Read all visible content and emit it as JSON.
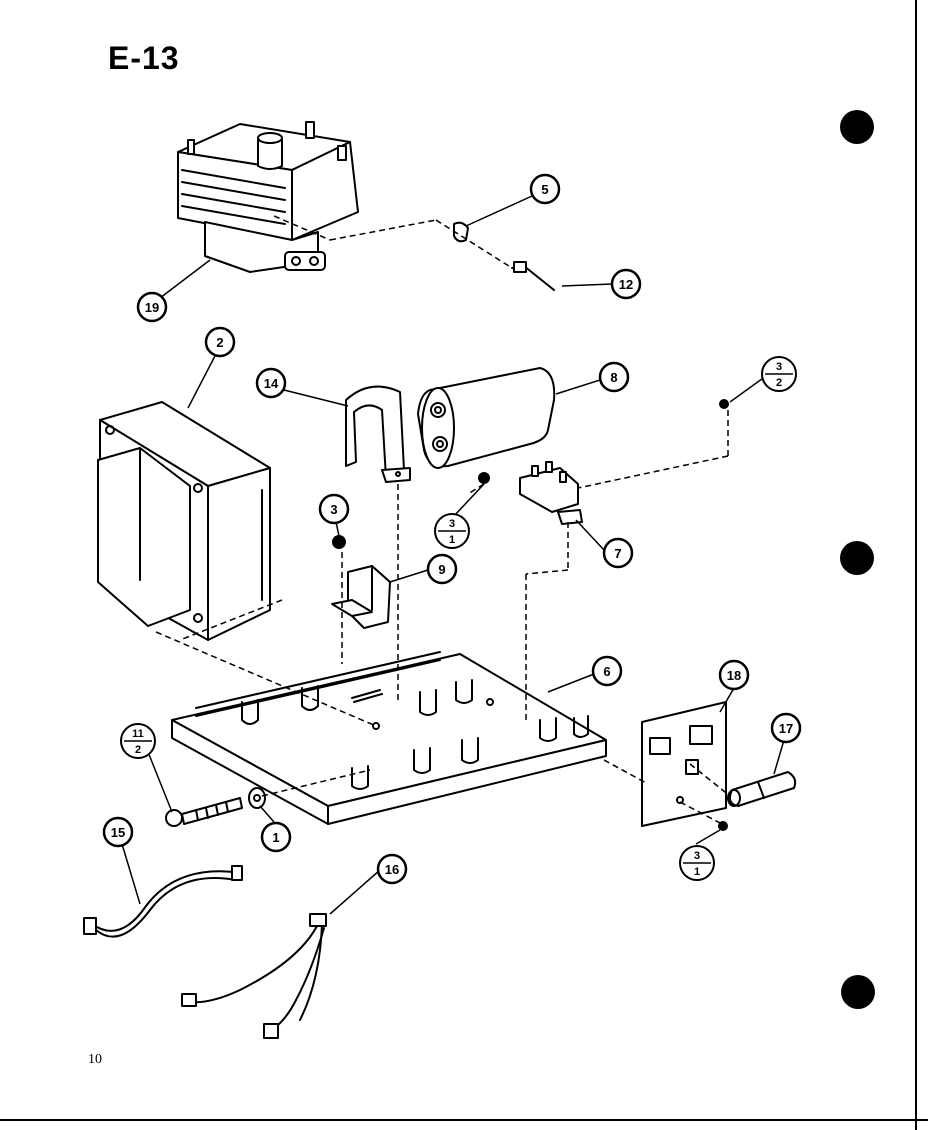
{
  "page": {
    "title": "E-13",
    "page_number": "10"
  },
  "callouts": [
    {
      "id": "c19a",
      "label": "19"
    },
    {
      "id": "c5",
      "label": "5"
    },
    {
      "id": "c12",
      "label": "12"
    },
    {
      "id": "c2",
      "label": "2"
    },
    {
      "id": "c14",
      "label": "14"
    },
    {
      "id": "c8",
      "label": "8"
    },
    {
      "id": "c3",
      "label": "3"
    },
    {
      "id": "c9",
      "label": "9"
    },
    {
      "id": "c7",
      "label": "7"
    },
    {
      "id": "c6",
      "label": "6"
    },
    {
      "id": "c18",
      "label": "18"
    },
    {
      "id": "c17",
      "label": "17"
    },
    {
      "id": "c1",
      "label": "1"
    },
    {
      "id": "c15",
      "label": "15"
    },
    {
      "id": "c16",
      "label": "16"
    }
  ],
  "fraction_callouts": [
    {
      "id": "f32",
      "top": "3",
      "bottom": "2"
    },
    {
      "id": "f31a",
      "top": "3",
      "bottom": "1"
    },
    {
      "id": "f112",
      "top": "11",
      "bottom": "2"
    },
    {
      "id": "f31b",
      "top": "3",
      "bottom": "1"
    }
  ]
}
